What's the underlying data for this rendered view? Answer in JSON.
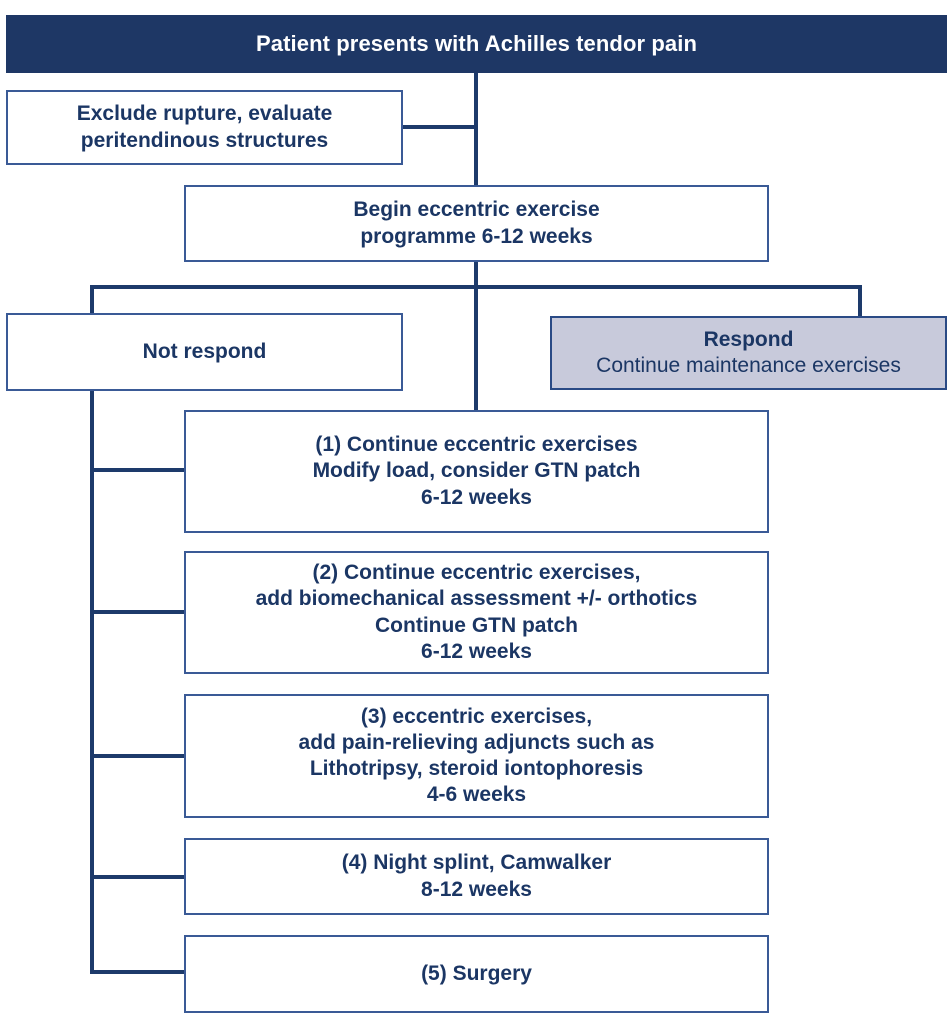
{
  "diagram": {
    "title": "Achilles tendinopathy management pathway",
    "colors": {
      "header_fill": "#1e3765",
      "header_text": "#ffffff",
      "box_border": "#3a5a96",
      "box_text": "#1b3664",
      "respond_fill": "#c8cadb",
      "connector": "#1d3a6b"
    }
  },
  "nodes": {
    "header": {
      "text": "Patient presents with Achilles tendor pain"
    },
    "exclude": {
      "line1": "Exclude rupture, evaluate",
      "line2": "peritendinous structures"
    },
    "begin": {
      "line1": "Begin eccentric exercise",
      "line2": "programme 6-12 weeks"
    },
    "not_respond": {
      "text": "Not respond"
    },
    "respond": {
      "line1": "Respond",
      "line2": "Continue maintenance exercises"
    }
  },
  "steps": [
    {
      "id": "step-1",
      "line1": "(1) Continue eccentric exercises",
      "line2": "Modify load, consider GTN patch",
      "line3": "6-12 weeks",
      "line4": ""
    },
    {
      "id": "step-2",
      "line1": "(2) Continue eccentric exercises,",
      "line2": "add biomechanical assessment +/- orthotics",
      "line3": "Continue GTN patch",
      "line4": "6-12 weeks"
    },
    {
      "id": "step-3",
      "line1": "(3) eccentric exercises,",
      "line2": "add pain-relieving adjuncts such as",
      "line3": "Lithotripsy, steroid iontophoresis",
      "line4": "4-6 weeks"
    },
    {
      "id": "step-4",
      "line1": "(4) Night splint, Camwalker",
      "line2": "8-12 weeks",
      "line3": "",
      "line4": ""
    },
    {
      "id": "step-5",
      "line1": "(5) Surgery",
      "line2": "",
      "line3": "",
      "line4": ""
    }
  ]
}
